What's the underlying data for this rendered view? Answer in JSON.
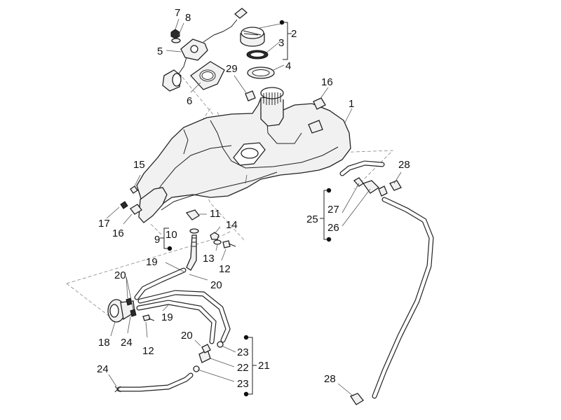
{
  "labels": {
    "n1": "1",
    "n2": "2",
    "n3": "3",
    "n4": "4",
    "n5": "5",
    "n6": "6",
    "n7": "7",
    "n8": "8",
    "n9": "9",
    "n10": "10",
    "n11": "11",
    "n12a": "12",
    "n12b": "12",
    "n13": "13",
    "n14": "14",
    "n15": "15",
    "n16a": "16",
    "n16b": "16",
    "n17": "17",
    "n18": "18",
    "n19a": "19",
    "n19b": "19",
    "n20a": "20",
    "n20b": "20",
    "n20c": "20",
    "n21": "21",
    "n22": "22",
    "n23a": "23",
    "n23b": "23",
    "n24a": "24",
    "n24b": "24",
    "n25": "25",
    "n26": "26",
    "n27": "27",
    "n28a": "28",
    "n28b": "28",
    "n29": "29"
  }
}
